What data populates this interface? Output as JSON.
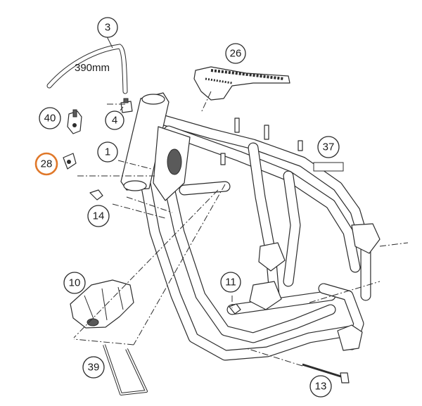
{
  "diagram": {
    "dimension_label": "390mm",
    "callouts": [
      {
        "id": "3",
        "label": "3",
        "highlight": false
      },
      {
        "id": "26",
        "label": "26",
        "highlight": false
      },
      {
        "id": "40",
        "label": "40",
        "highlight": false
      },
      {
        "id": "4",
        "label": "4",
        "highlight": false
      },
      {
        "id": "1",
        "label": "1",
        "highlight": false
      },
      {
        "id": "28",
        "label": "28",
        "highlight": true
      },
      {
        "id": "37",
        "label": "37",
        "highlight": false
      },
      {
        "id": "14",
        "label": "14",
        "highlight": false
      },
      {
        "id": "10",
        "label": "10",
        "highlight": false
      },
      {
        "id": "11",
        "label": "11",
        "highlight": false
      },
      {
        "id": "39",
        "label": "39",
        "highlight": false
      },
      {
        "id": "13",
        "label": "13",
        "highlight": false
      }
    ],
    "colors": {
      "highlight": "#e0782a",
      "line": "#2c2c2c"
    }
  }
}
